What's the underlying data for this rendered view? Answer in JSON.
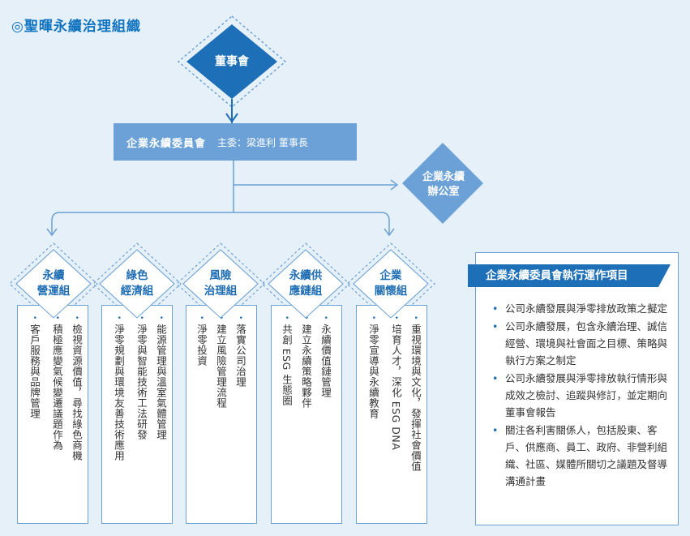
{
  "title": "◎聖暉永續治理組織",
  "board": "董事會",
  "committee": {
    "name": "企業永續委員會",
    "chair": "主委：梁進利 董事長"
  },
  "office": [
    "企業永續",
    "辦公室"
  ],
  "groups": [
    {
      "label": [
        "永續",
        "營運組"
      ],
      "tasks": [
        "檢視資源價值，尋找綠色商機",
        "積極應變氣候變遷議題作為",
        "客戶服務與品牌管理"
      ]
    },
    {
      "label": [
        "綠色",
        "經濟組"
      ],
      "tasks": [
        "能源管理與溫室氣體管理",
        "淨零與智能技術工法研發",
        "淨零規劃與環境友善技術應用"
      ]
    },
    {
      "label": [
        "風險",
        "治理組"
      ],
      "tasks": [
        "落實公司治理",
        "建立風險管理流程",
        "淨零投資"
      ]
    },
    {
      "label": [
        "永續供",
        "應鏈組"
      ],
      "tasks": [
        "永續價值鏈管理",
        "建立永續策略夥伴",
        "共創 ESG 生態圈"
      ]
    },
    {
      "label": [
        "企業",
        "關懷組"
      ],
      "tasks": [
        "重視環境與文化，發揮社會價值",
        "培育人才，深化 ESG DNA",
        "淨零宣導與永續教育"
      ]
    }
  ],
  "exec": {
    "title": "企業永續委員會執行運作項目",
    "items": [
      "公司永續發展與淨零排放政策之擬定",
      "公司永續發展，包含永續治理、誠信經營、環境與社會面之目標、策略與執行方案之制定",
      "公司永續發展與淨零排放執行情形與成效之檢討、追蹤與修訂，並定期向董事會報告",
      "關注各利害關係人，包括股東、客戶、供應商、員工、政府、非營利組織、社區、媒體所關切之議題及督導溝通計畫"
    ]
  },
  "colors": {
    "dark_blue": "#1d6fb8",
    "mid_blue": "#6ba1d6",
    "light_bg": "#e6f0f9",
    "group_text": "#1f6db3"
  }
}
